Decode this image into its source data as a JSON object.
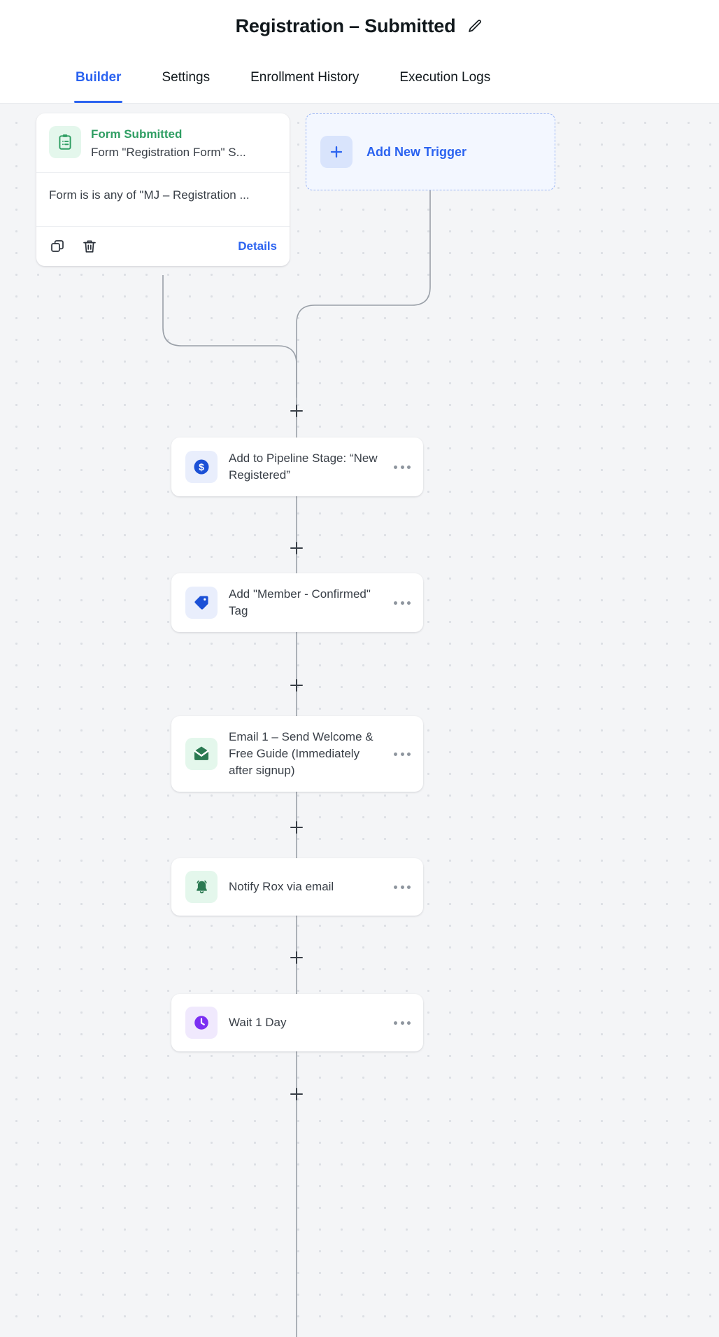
{
  "header": {
    "title": "Registration – Submitted",
    "edit_icon": "pencil-icon"
  },
  "tabs": [
    {
      "label": "Builder",
      "active": true
    },
    {
      "label": "Settings",
      "active": false
    },
    {
      "label": "Enrollment History",
      "active": false
    },
    {
      "label": "Execution Logs",
      "active": false
    }
  ],
  "trigger": {
    "icon": "clipboard-list-icon",
    "title": "Form Submitted",
    "subtitle": "Form \"Registration Form\" S...",
    "condition": "Form is is any of \"MJ – Registration ...",
    "copy_icon": "copy-icon",
    "delete_icon": "trash-icon",
    "details_label": "Details"
  },
  "add_trigger": {
    "plus_icon": "plus-icon",
    "label": "Add New Trigger"
  },
  "nodes": [
    {
      "icon": "dollar-circle-icon",
      "label": "Add to Pipeline Stage: “New Registered”",
      "menu": "more-options-icon"
    },
    {
      "icon": "tag-icon",
      "label": "Add \"Member - Confirmed\" Tag",
      "menu": "more-options-icon"
    },
    {
      "icon": "envelope-icon",
      "label": "Email 1 – Send Welcome & Free Guide (Immediately after signup)",
      "menu": "more-options-icon"
    },
    {
      "icon": "bell-icon",
      "label": "Notify Rox via email",
      "menu": "more-options-icon"
    },
    {
      "icon": "clock-icon",
      "label": "Wait 1 Day",
      "menu": "more-options-icon"
    }
  ],
  "colors": {
    "accent_blue": "#2b63f0",
    "trigger_green": "#2f9e63",
    "dollar_blue": "#1b50d6",
    "tag_blue": "#1b50d6",
    "email_green": "#2b7a52",
    "bell_green": "#2b7a52",
    "clock_purple": "#7b2ff2",
    "canvas_bg": "#f4f5f7",
    "edge_line": "#9aa0a8"
  }
}
